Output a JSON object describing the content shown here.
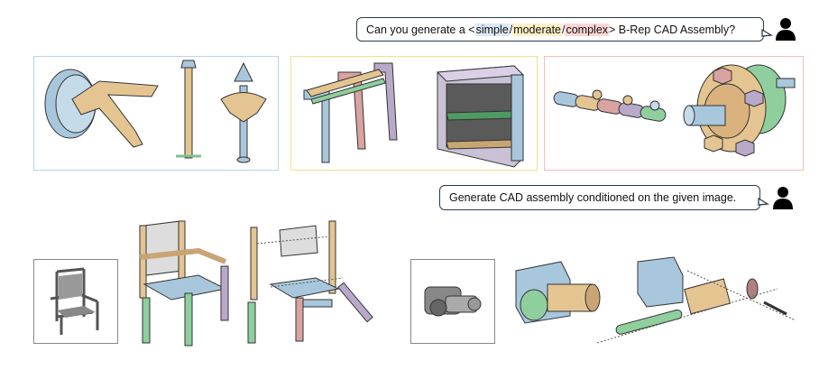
{
  "prompt1": {
    "prefix": "Can you generate a <",
    "options": [
      {
        "label": "simple",
        "color": "#dbe8f5"
      },
      {
        "label": "moderate",
        "color": "#fdf1c7"
      },
      {
        "label": "complex",
        "color": "#fad6d6"
      }
    ],
    "separator": " / ",
    "suffix": "> B-Rep CAD Assembly?"
  },
  "prompt2": {
    "text": "Generate CAD assembly conditioned on the given image."
  },
  "panels": [
    {
      "name": "simple",
      "border": "#b9d3ec"
    },
    {
      "name": "moderate",
      "border": "#f4e08a"
    },
    {
      "name": "complex",
      "border": "#f3bcbc"
    }
  ],
  "part_colors": {
    "blue": "#a9c7dc",
    "tan": "#e4c592",
    "pink": "#d9a3a0",
    "lilac": "#b9a9c9",
    "green": "#8fcf9d",
    "grey": "#8a8a8a"
  }
}
